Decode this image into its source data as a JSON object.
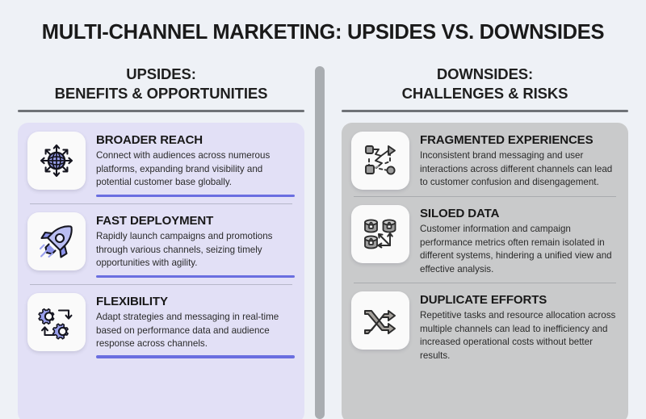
{
  "title": "MULTI-CHANNEL MARKETING: UPSIDES VS. DOWNSIDES",
  "colors": {
    "background": "#eef1f6",
    "upsides_panel": "#e2e0f6",
    "downsides_panel": "#c9cacb",
    "accent": "#6a6ee0",
    "divider": "#a9adb1",
    "header_rule": "#6f7277"
  },
  "columns": {
    "upsides": {
      "heading_line1": "UPSIDES:",
      "heading_line2": "BENEFITS & OPPORTUNITIES",
      "items": [
        {
          "icon": "globe-arrows-icon",
          "title": "BROADER REACH",
          "description": "Connect with audiences across numerous platforms, expanding brand visibility and potential customer base globally."
        },
        {
          "icon": "rocket-icon",
          "title": "FAST DEPLOYMENT",
          "description": "Rapidly launch campaigns and promotions through various channels, seizing timely opportunities with agility."
        },
        {
          "icon": "gears-cycle-icon",
          "title": "FLEXIBILITY",
          "description": "Adapt strategies and messaging in real-time based on performance data and audience response across channels."
        }
      ]
    },
    "downsides": {
      "heading_line1": "DOWNSIDES:",
      "heading_line2": "CHALLENGES & RISKS",
      "items": [
        {
          "icon": "fragmented-network-icon",
          "title": "FRAGMENTED EXPERIENCES",
          "description": "Inconsistent brand messaging and user interactions across different channels can lead to customer confusion and disengagement."
        },
        {
          "icon": "locked-databases-icon",
          "title": "SILOED DATA",
          "description": "Customer information and campaign performance metrics often remain isolated in different systems, hindering a unified view and effective analysis."
        },
        {
          "icon": "shuffle-arrows-icon",
          "title": "DUPLICATE EFFORTS",
          "description": "Repetitive tasks and resource allocation across multiple channels can lead to inefficiency and increased operational costs without better results."
        }
      ]
    }
  }
}
